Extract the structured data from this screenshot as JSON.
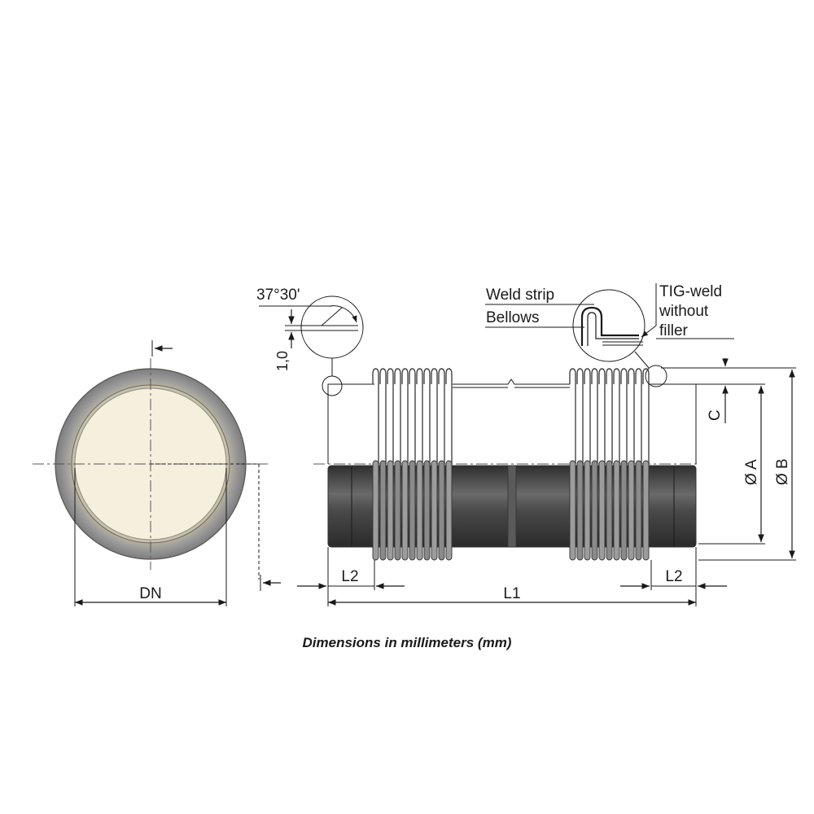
{
  "labels": {
    "angle": "37°30'",
    "thickness": "1,0",
    "weld_strip": "Weld strip",
    "bellows": "Bellows",
    "tig_line1": "TIG-weld",
    "tig_line2": "without",
    "tig_line3": "filler",
    "dim_c": "C",
    "dim_a": "Ø A",
    "dim_b": "Ø B",
    "dim_l2_left": "L2",
    "dim_l1": "L1",
    "dim_l2_right": "L2",
    "dim_dn": "DN"
  },
  "caption": "Dimensions in millimeters (mm)",
  "colors": {
    "line": "#1a1a1a",
    "ring_outer": "#8f8f8f",
    "ring_inner": "#f3ecd3",
    "pipe_dark": "#3b3b3b",
    "pipe_light": "#777777"
  }
}
